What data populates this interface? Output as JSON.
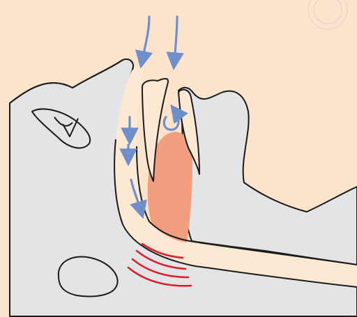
{
  "diagram": {
    "subject": "airway-cross-section",
    "colors": {
      "background": "#FBE3CC",
      "tissue": "#E3E4E6",
      "airway": "#FDE8D4",
      "tongue": "#F09E7E",
      "outline": "#1A1A1A",
      "airflow_arrow": "#6E8FCB",
      "vibration_wave": "#D8202E"
    },
    "airflow_arrows": [
      {
        "name": "nasal-inflow-arrow-1",
        "direction": "down"
      },
      {
        "name": "nasal-inflow-arrow-2",
        "direction": "down"
      },
      {
        "name": "oral-swirl-arrow",
        "direction": "circular"
      },
      {
        "name": "pharynx-flow-arrow-1",
        "direction": "down"
      },
      {
        "name": "pharynx-flow-arrow-2",
        "direction": "down"
      },
      {
        "name": "pharynx-flow-arrow-3",
        "direction": "down"
      }
    ],
    "vibration_waves": 4
  }
}
